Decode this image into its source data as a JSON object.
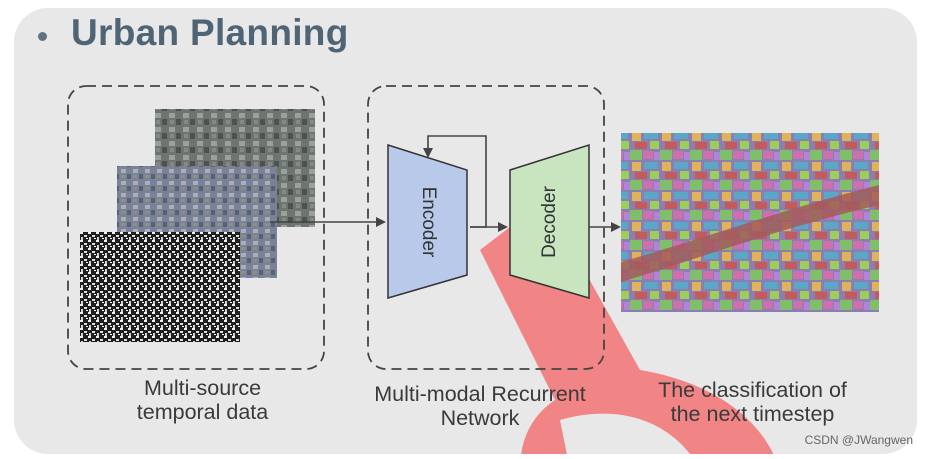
{
  "title": "Urban Planning",
  "modules": {
    "encoder": "Encoder",
    "decoder": "Decoder"
  },
  "captions": {
    "input_line1": "Multi-source",
    "input_line2": "temporal data",
    "network_line1": "Multi-modal Recurrent",
    "network_line2": "Network",
    "output_line1": "The classification of",
    "output_line2": "the next timestep"
  },
  "watermark": "CSDN @JWangwen",
  "colors": {
    "title": "#4f6576",
    "encoder_fill": "#b8c9ea",
    "decoder_fill": "#c9e5c0",
    "accent_red": "#f05a5a"
  }
}
